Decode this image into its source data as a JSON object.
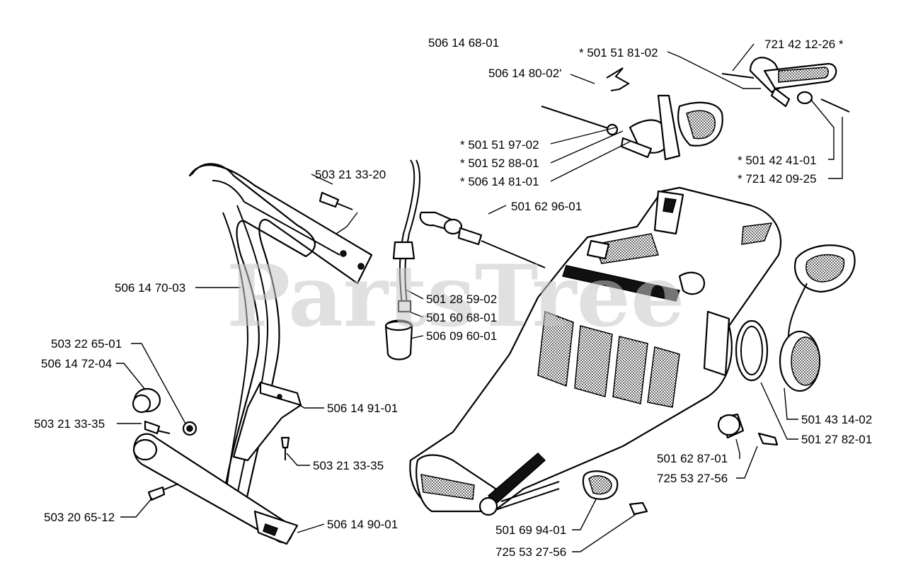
{
  "watermark": "PartsTree",
  "labels": {
    "l1": "506 14 68-01",
    "l2": "* 501 51 81-02",
    "l3": "721 42 12-26 *",
    "l4": "506 14 80-02'",
    "l5": "* 501 51 97-02",
    "l6": "* 501 52 88-01",
    "l7": "* 506 14 81-01",
    "l8": "* 501 42 41-01",
    "l9": "* 721 42 09-25",
    "l10": "503 21 33-20",
    "l11": "501 62 96-01",
    "l12": "506 14 70-03",
    "l13": "501 28 59-02",
    "l14": "501 60 68-01",
    "l15": "506 09 60-01",
    "l16": "503 22 65-01",
    "l17": "506 14 72-04",
    "l18": "506 14 91-01",
    "l19": "503 21 33-35",
    "l20": "503 21 33-35",
    "l21": "501 43 14-02",
    "l22": "501 27 82-01",
    "l23": "501 62 87-01",
    "l24": "725 53 27-56",
    "l25": "503 20 65-12",
    "l26": "506 14 90-01",
    "l27": "501 69 94-01",
    "l28": "725 53 27-56"
  }
}
